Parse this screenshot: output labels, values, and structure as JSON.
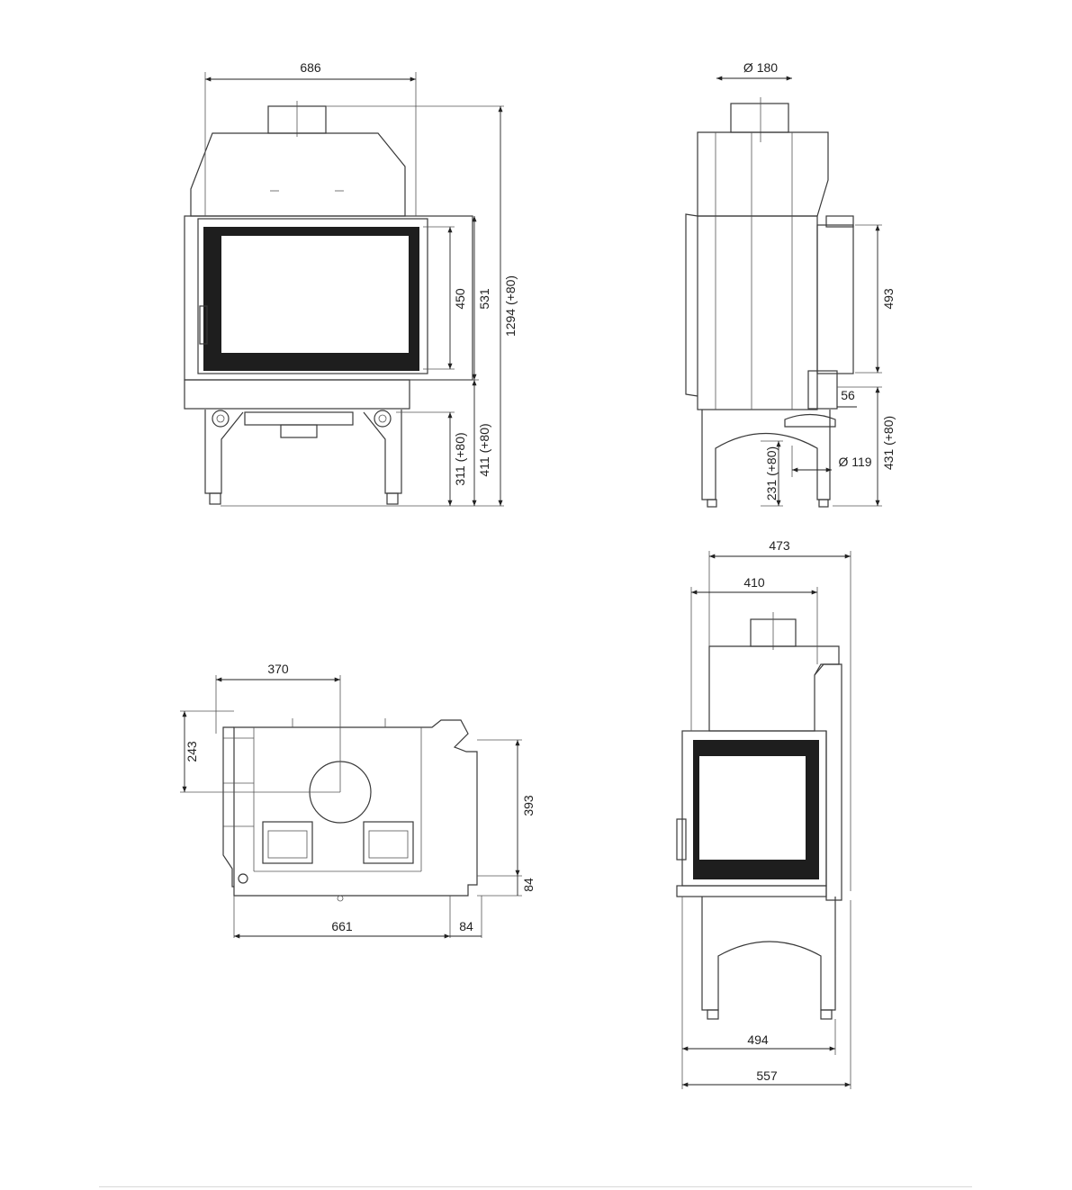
{
  "front_view": {
    "width_label": "686",
    "glass_height_label": "450",
    "door_height_label": "531",
    "total_height_label": "1294 (+80)",
    "base_height_label": "311 (+80)",
    "door_bottom_label": "411 (+80)"
  },
  "side_view": {
    "flue_diameter_label": "Ø 180",
    "side_glass_height_label": "493",
    "offset_label": "56",
    "air_inlet_diameter_label": "Ø 119",
    "air_inlet_height_label": "231 (+80)",
    "side_door_bottom_label": "431 (+80)"
  },
  "top_view": {
    "flue_offset_label": "370",
    "flue_depth_label": "243",
    "depth_label": "393",
    "front_depth_label": "84",
    "front_depth_label_2": "84",
    "width_label": "661"
  },
  "right_view": {
    "width_outer_label": "473",
    "width_inner_label": "410",
    "base_width_label": "494",
    "total_width_label": "557"
  }
}
